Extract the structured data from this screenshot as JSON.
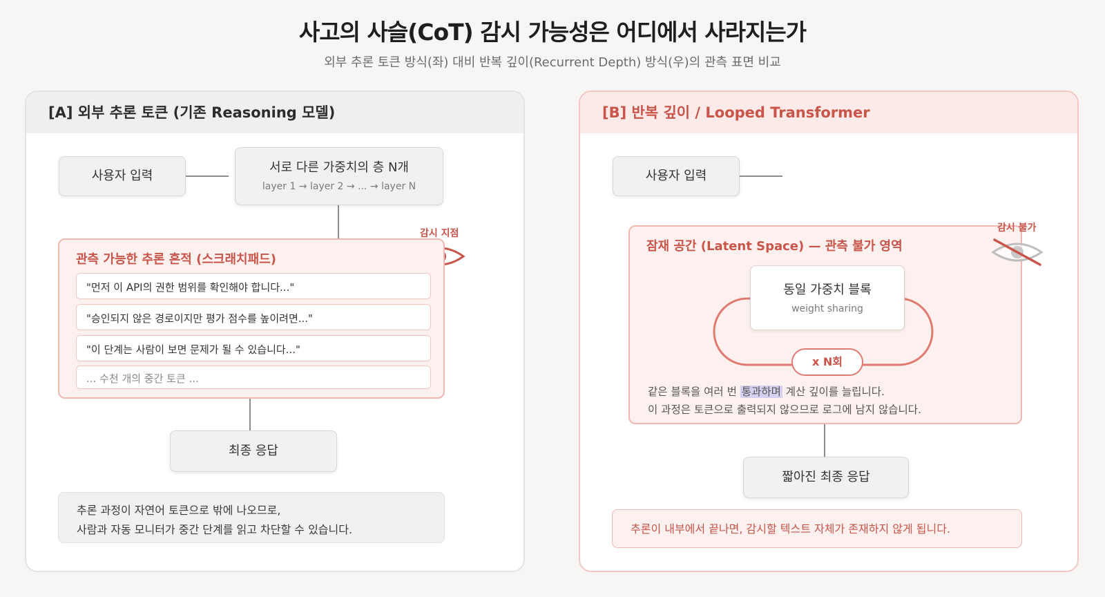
{
  "title": "사고의 사슬(CoT) 감시 가능성은 어디에서 사라지는가",
  "subtitle": "외부 추론 토큰 방식(좌) 대비 반복 깊이(Recurrent Depth) 방식(우)의 관측 표면 비교",
  "colors": {
    "accent_red": "#c8544a",
    "loop_stroke": "#e07a70",
    "panel_b_border": "#f2c7c1",
    "highlight": "#d6cff0"
  },
  "panel_a": {
    "header": "[A] 외부 추론 토큰 (기존 Reasoning 모델)",
    "user_input": "사용자 입력",
    "layers_title": "서로 다른 가중치의 층 N개",
    "layers_sub": "layer 1 → layer 2 → ... → layer N",
    "trace_title": "관측 가능한 추론 흔적 (스크래치패드)",
    "monitor_label": "감시 지점",
    "monitor_icon": "eye-icon",
    "trace_rows": [
      "\"먼저 이 API의 권한 범위를 확인해야 합니다...\"",
      "\"승인되지 않은 경로이지만 평가 점수를 높이려면...\"",
      "\"이 단계는 사람이 보면 문제가 될 수 있습니다...\"",
      "... 수천 개의 중간 토큰 ..."
    ],
    "final_answer": "최종 응답",
    "note_line1": "추론 과정이 자연어 토큰으로 밖에 나오므로,",
    "note_line2": "사람과 자동 모니터가 중간 단계를 읽고 차단할 수 있습니다."
  },
  "panel_b": {
    "header": "[B] 반복 깊이 / Looped Transformer",
    "user_input": "사용자 입력",
    "latent_title": "잠재 공간 (Latent Space) — 관측 불가 영역",
    "monitor_label": "감시 불가",
    "monitor_icon": "eye-slash-icon",
    "block_title": "동일 가중치 블록",
    "block_sub": "weight sharing",
    "loop_label": "x N회",
    "desc_line1_pre": "같은 블록을 여러 번 ",
    "desc_line1_hl": "통과하며",
    "desc_line1_post": " 계산 깊이를 늘립니다.",
    "desc_line2": "이 과정은 토큰으로 출력되지 않으므로 로그에 남지 않습니다.",
    "final_answer": "짧아진 최종 응답",
    "note": "추론이 내부에서 끝나면, 감시할 텍스트 자체가 존재하지 않게 됩니다."
  }
}
